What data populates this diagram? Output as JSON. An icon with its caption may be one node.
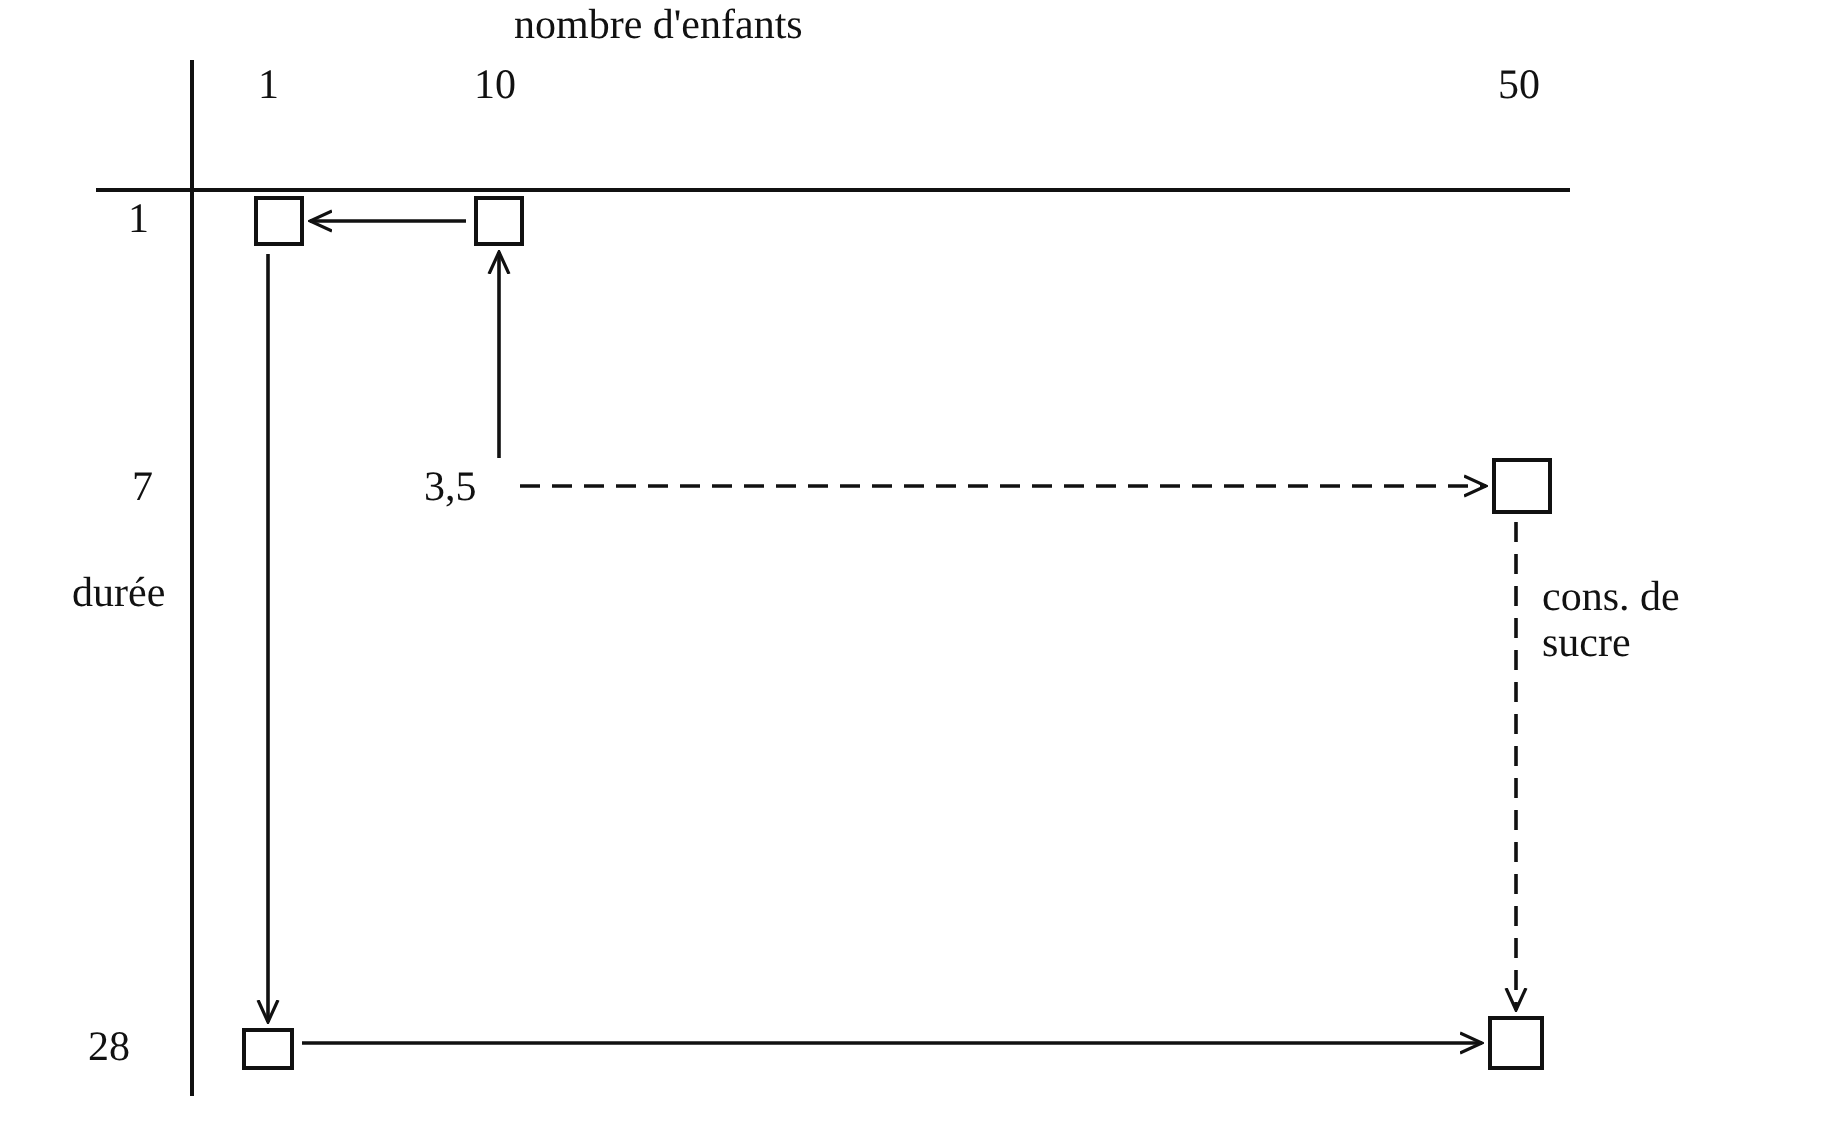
{
  "diagram": {
    "nodes": [
      {
        "text": [],
        "shape": "box"
      },
      {
        "text": [],
        "shape": "box"
      },
      {
        "text": [
          "3,5"
        ]
      },
      {
        "text": [],
        "shape": "box"
      },
      {
        "text": [],
        "shape": "box"
      },
      {
        "text": [],
        "shape": "box"
      }
    ],
    "edges": [
      {
        "from": 1,
        "to": 0,
        "arrow": "to"
      },
      {
        "from": 2,
        "to": 1,
        "arrow": "to"
      },
      {
        "from": 2,
        "to": 3,
        "arrow": "to",
        "style": "dashed"
      },
      {
        "from": 0,
        "to": 4,
        "arrow": "to"
      },
      {
        "from": 3,
        "to": 5,
        "arrow": "to",
        "style": "dashed",
        "label": "cons. de sucre"
      },
      {
        "from": 4,
        "to": 5,
        "arrow": "to"
      }
    ],
    "labels": [
      "nombre d'enfants",
      "1",
      "10",
      "50",
      "1",
      "7",
      "durée",
      "28"
    ]
  }
}
